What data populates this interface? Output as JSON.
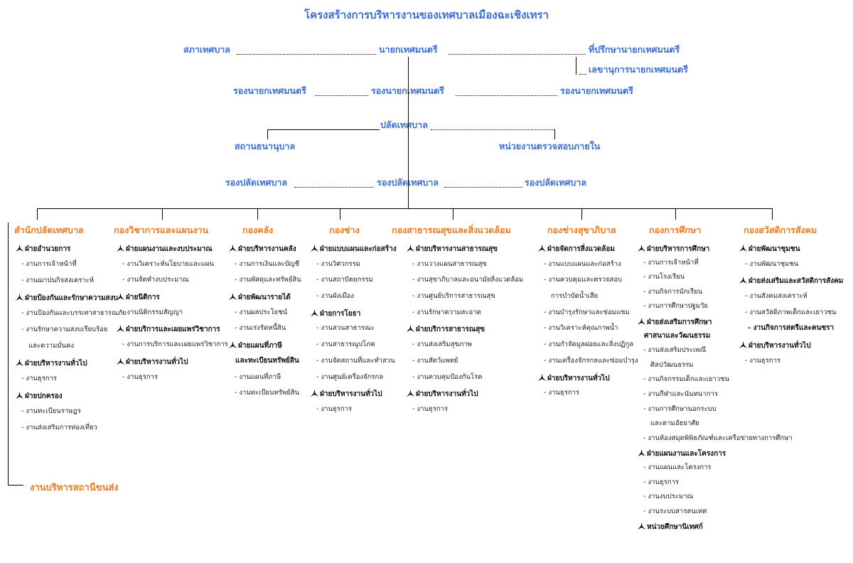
{
  "title": "โครงสร้างการบริหารงานของเทศบาลเมืองฉะเชิงเทรา",
  "executives": {
    "council": "สภาเทศบาล",
    "mayor": "นายกเทศมนตรี",
    "advisor": "ที่ปรึกษานายกเทศมนตรี",
    "secretary": "เลขานุการนายกเทศมนตรี",
    "deputy_mayor": "รองนายกเทศมนตรี",
    "clerk": "ปลัดเทศบาล",
    "kindergarten": "สถานธนานุบาล",
    "audit": "หน่วยงานตรวจสอบภายใน",
    "deputy_clerk": "รองปลัดเทศบาล"
  },
  "departments": [
    {
      "name": "สำนักปลัดเทศบาล",
      "items": [
        {
          "type": "sec",
          "text": "ฝ่ายอำนวยการ"
        },
        {
          "type": "task",
          "text": "- งานการเจ้าหน้าที่"
        },
        {
          "type": "task",
          "text": "- งานฌาปนกิจสงเคราะห์"
        },
        {
          "type": "sec",
          "text": "ฝ่ายป้องกันและรักษาความสงบ"
        },
        {
          "type": "task",
          "text": "- งานป้องกันและบรรเทาสาธารณภัย"
        },
        {
          "type": "task",
          "text": "- งานรักษาความสงบเรียบร้อย"
        },
        {
          "type": "task",
          "text": "และความมั่นคง"
        },
        {
          "type": "sec",
          "text": "ฝ่ายบริหารงานทั่วไป"
        },
        {
          "type": "task",
          "text": "- งานธุรการ"
        },
        {
          "type": "sec",
          "text": "ฝ่ายปกครอง"
        },
        {
          "type": "task",
          "text": "- งานทะเบียนราษฎร"
        },
        {
          "type": "task",
          "text": "- งานส่งเสริมการท่องเที่ยว"
        }
      ]
    },
    {
      "name": "กองวิชาการและแผนงาน",
      "items": [
        {
          "type": "sec",
          "text": "ฝ่ายแผนงานและงบประมาณ"
        },
        {
          "type": "task",
          "text": "- งานวิเคราะห์นโยบายและแผน"
        },
        {
          "type": "task",
          "text": "- งานจัดทำงบประมาณ"
        },
        {
          "type": "sec",
          "text": "ฝ่ายนิติการ"
        },
        {
          "type": "task",
          "text": "- งานนิติกรรมสัญญา"
        },
        {
          "type": "sec",
          "text": "ฝ่ายบริการและเผยแพร่วิชาการ"
        },
        {
          "type": "task",
          "text": "- งานการบริการและเผยแพร่วิชาการ"
        },
        {
          "type": "sec",
          "text": "ฝ่ายบริหารงานทั่วไป"
        },
        {
          "type": "task",
          "text": "- งานธุรการ"
        }
      ]
    },
    {
      "name": "กองคลัง",
      "items": [
        {
          "type": "sec",
          "text": "ฝ่ายบริหารงานคลัง"
        },
        {
          "type": "task",
          "text": "- งานการเงินและบัญชี"
        },
        {
          "type": "task",
          "text": "- งานพัสดุและทรัพย์สิน"
        },
        {
          "type": "sec",
          "text": "ฝ่ายพัฒนารายได้"
        },
        {
          "type": "task",
          "text": "- งานผลประโยชน์"
        },
        {
          "type": "task",
          "text": "- งานเร่งรัดหนี้สิน"
        },
        {
          "type": "sec",
          "text": "ฝ่ายแผนที่ภาษี"
        },
        {
          "type": "plain",
          "text": "และทะเบียนทรัพย์สิน"
        },
        {
          "type": "task",
          "text": "- งานแผนที่ภาษี"
        },
        {
          "type": "task",
          "text": "- งานทะเบียนทรัพย์สิน"
        }
      ]
    },
    {
      "name": "กองช่าง",
      "items": [
        {
          "type": "sec",
          "text": "ฝ่ายแบบแผนและก่อสร้าง"
        },
        {
          "type": "task",
          "text": "- งานวิศวกรรม"
        },
        {
          "type": "task",
          "text": "- งานสถาปัตยกรรม"
        },
        {
          "type": "task",
          "text": "- งานผังเมือง"
        },
        {
          "type": "sec",
          "text": "ฝ่ายการโยธา"
        },
        {
          "type": "task",
          "text": "- งานสวนสาธารณะ"
        },
        {
          "type": "task",
          "text": "- งานสาธารณูปโภค"
        },
        {
          "type": "task",
          "text": "- งานจัดสถานที่และทำสวน"
        },
        {
          "type": "task",
          "text": "- งานศูนย์เครื่องจักรกล"
        },
        {
          "type": "sec",
          "text": "ฝ่ายบริหารงานทั่วไป"
        },
        {
          "type": "task",
          "text": "- งานธุรการ"
        }
      ]
    },
    {
      "name": "กองสาธารณสุขและสิ่งแวดล้อม",
      "items": [
        {
          "type": "sec",
          "text": "ฝ่ายบริหารงานสาธารณสุข"
        },
        {
          "type": "task",
          "text": "- งานวางแผนสาธารณสุข"
        },
        {
          "type": "task",
          "text": "- งานสุขาภิบาลและอนามัยสิ่งแวดล้อม"
        },
        {
          "type": "task",
          "text": "- งานศูนย์บริการสาธารณสุข"
        },
        {
          "type": "task",
          "text": "- งานรักษาความสะอาด"
        },
        {
          "type": "sec",
          "text": "ฝ่ายบริการสาธารณสุข"
        },
        {
          "type": "task",
          "text": "- งานส่งเสริมสุขภาพ"
        },
        {
          "type": "task",
          "text": "- งานสัตว์แพทย์"
        },
        {
          "type": "task",
          "text": "- งานควบคุมป้องกันโรค"
        },
        {
          "type": "sec",
          "text": "ฝ่ายบริหารงานทั่วไป"
        },
        {
          "type": "task",
          "text": "- งานธุรการ"
        }
      ]
    },
    {
      "name": "กองช่างสุขาภิบาล",
      "items": [
        {
          "type": "sec",
          "text": "ฝ่ายจัดการสิ่งแวดล้อม"
        },
        {
          "type": "task",
          "text": "- งานแบบแผนและก่อสร้าง"
        },
        {
          "type": "task",
          "text": "- งานควบคุมและตรวจสอบ"
        },
        {
          "type": "task",
          "text": "การบำบัดน้ำเสีย"
        },
        {
          "type": "task",
          "text": "- งานบำรุงรักษาและซ่อมแซม"
        },
        {
          "type": "task",
          "text": "- งานวิเคราะห์คุณภาพน้ำ"
        },
        {
          "type": "task",
          "text": "- งานกำจัดมูลฝอยและสิ่งปฏิกูล"
        },
        {
          "type": "task",
          "text": "- งานเครื่องจักรกลและซ่อมบำรุง"
        },
        {
          "type": "sec",
          "text": "ฝ่ายบริหารงานทั่วไป"
        },
        {
          "type": "task",
          "text": "- งานธุรการ"
        }
      ]
    },
    {
      "name": "กองการศึกษา",
      "items": [
        {
          "type": "sec",
          "text": "ฝ่ายบริหารการศึกษา"
        },
        {
          "type": "task",
          "text": "- งานการเจ้าหน้าที่"
        },
        {
          "type": "task",
          "text": "- งานโรงเรียน"
        },
        {
          "type": "task",
          "text": "- งานกิจการนักเรียน"
        },
        {
          "type": "task",
          "text": "- งานการศึกษาปฐมวัย"
        },
        {
          "type": "sec",
          "text": "ฝ่ายส่งเสริมการศึกษา"
        },
        {
          "type": "plain",
          "text": "ศาสนาและวัฒนธรรม"
        },
        {
          "type": "task",
          "text": "- งานส่งเสริมประเพณี"
        },
        {
          "type": "task",
          "text": "ศิลปวัฒนธรรม"
        },
        {
          "type": "task",
          "text": "- งานกิจกรรมเด็กและเยาวชน"
        },
        {
          "type": "task",
          "text": "- งานกีฬาและนันทนาการ"
        },
        {
          "type": "task",
          "text": "- งานการศึกษานอกระบบ"
        },
        {
          "type": "task",
          "text": "และตามอัธยาศัย"
        },
        {
          "type": "task",
          "text": "- งานห้องสมุดพิพิธภัณฑ์และเครือข่ายทางการศึกษา"
        },
        {
          "type": "sec",
          "text": "ฝ่ายแผนงานและโครงการ"
        },
        {
          "type": "task",
          "text": "- งานแผนและโครงการ"
        },
        {
          "type": "task",
          "text": "- งานธุรการ"
        },
        {
          "type": "task",
          "text": "- งานงบประมาณ"
        },
        {
          "type": "task",
          "text": "- งานระบบสารสนเทศ"
        },
        {
          "type": "sec",
          "text": "หน่วยศึกษานิเทศก์"
        }
      ]
    },
    {
      "name": "กองสวัสดิการสังคม",
      "items": [
        {
          "type": "sec",
          "text": "ฝ่ายพัฒนาชุมชน"
        },
        {
          "type": "task",
          "text": "- งานพัฒนาชุมชน"
        },
        {
          "type": "sec",
          "text": "ฝ่ายส่งเสริมและสวัสดิการสังคม"
        },
        {
          "type": "task",
          "text": "- งานสังคมสงเคราะห์"
        },
        {
          "type": "task",
          "text": "- งานสวัสดิภาพเด็กและเยาวชน"
        },
        {
          "type": "bold",
          "text": "- งานกิจการสตรีและคนชรา"
        },
        {
          "type": "sec",
          "text": "ฝ่ายบริหารงานทั่วไป"
        },
        {
          "type": "task",
          "text": "- งานธุรการ"
        }
      ]
    }
  ],
  "bottom_unit": "งานบริหารสถานีขนส่ง"
}
